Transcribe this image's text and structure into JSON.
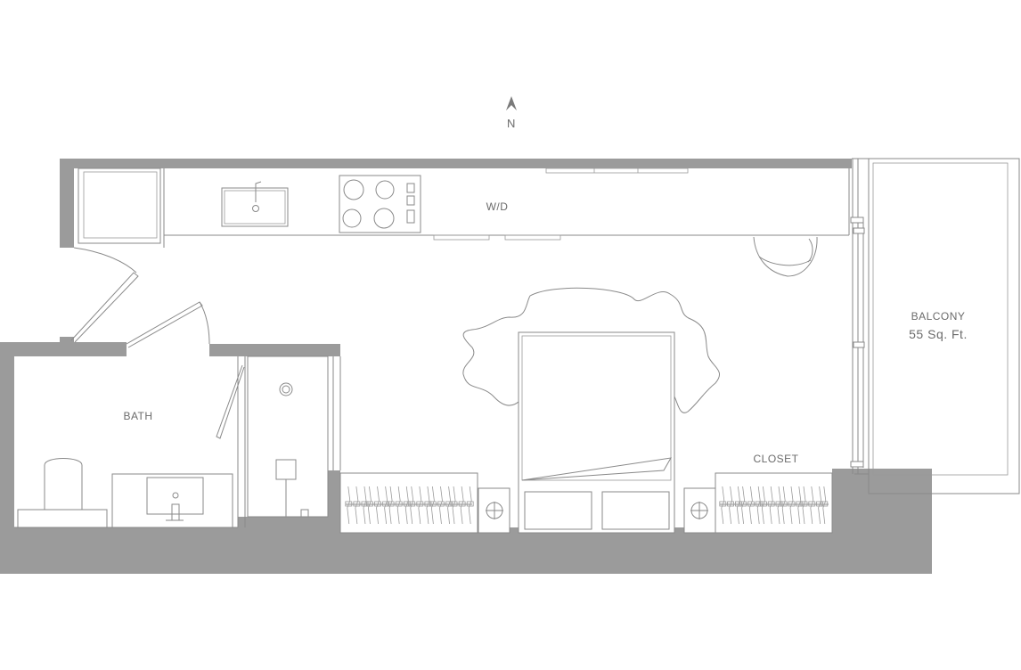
{
  "compass": {
    "letter": "N"
  },
  "rooms": {
    "wd": "W/D",
    "bath": "BATH",
    "closet": "CLOSET",
    "balcony": "BALCONY",
    "balcony_area": "55 Sq. Ft."
  },
  "colors": {
    "wall": "#9b9b9b",
    "line": "#8a8a8a",
    "text": "#6b6b6b",
    "background": "#ffffff"
  }
}
